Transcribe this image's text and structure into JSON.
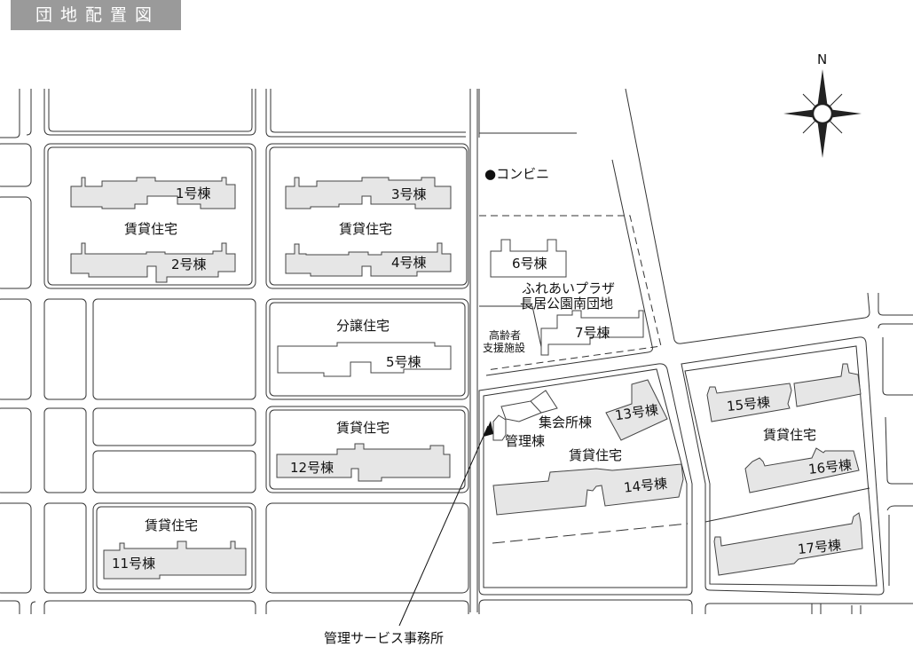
{
  "title": "団地配置図",
  "compass": {
    "north_label": "N"
  },
  "labels": {
    "rental": "賃貸住宅",
    "condo": "分譲住宅",
    "convenience_store": "●コンビニ",
    "plaza_line1": "ふれあいプラザ",
    "plaza_line2": "長居公園南団地",
    "elderly_line1": "高齢者",
    "elderly_line2": "支援施設",
    "meeting_hall": "集会所棟",
    "admin_building": "管理棟",
    "management_office": "管理サービス事務所"
  },
  "buildings": [
    "1号棟",
    "2号棟",
    "3号棟",
    "4号棟",
    "5号棟",
    "6号棟",
    "7号棟",
    "11号棟",
    "12号棟",
    "13号棟",
    "14号棟",
    "15号棟",
    "16号棟",
    "17号棟"
  ]
}
